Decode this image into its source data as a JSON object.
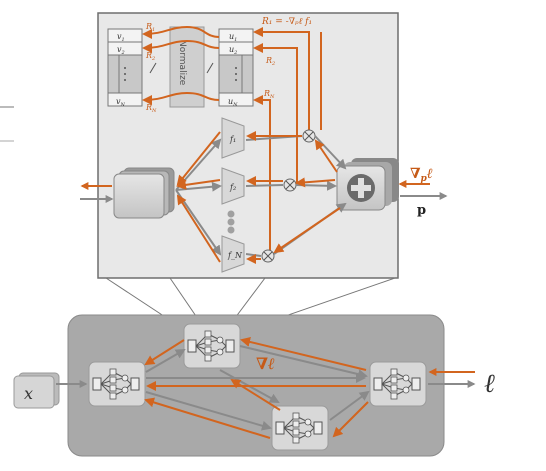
{
  "top_panel": {
    "v_labels": [
      "v",
      "v",
      "v"
    ],
    "v_subs": [
      "1",
      "2",
      "N"
    ],
    "u_labels": [
      "u",
      "u",
      "u"
    ],
    "u_subs": [
      "1",
      "2",
      "N"
    ],
    "r_labels": [
      "R",
      "R",
      "R"
    ],
    "r_subs": [
      "1",
      "2",
      "N"
    ],
    "normalize_label": "Normalize",
    "r1_formula": "R₁ = -∇ₚℓ f₁",
    "f_labels": [
      "f₁",
      "f₂",
      "f_N"
    ],
    "grad_label": "∇",
    "grad_sub": "p",
    "grad_ell": "ℓ",
    "p_label": "p"
  },
  "bottom_panel": {
    "input_label": "x",
    "grad_ell_label": "∇ℓ",
    "loss_label": "ℓ"
  },
  "colors": {
    "orange": "#d2651f",
    "gray_arrow": "#8a8a8a",
    "top_panel_bg": "#e8e8e8",
    "bottom_panel_bg": "#a9a9a9"
  }
}
